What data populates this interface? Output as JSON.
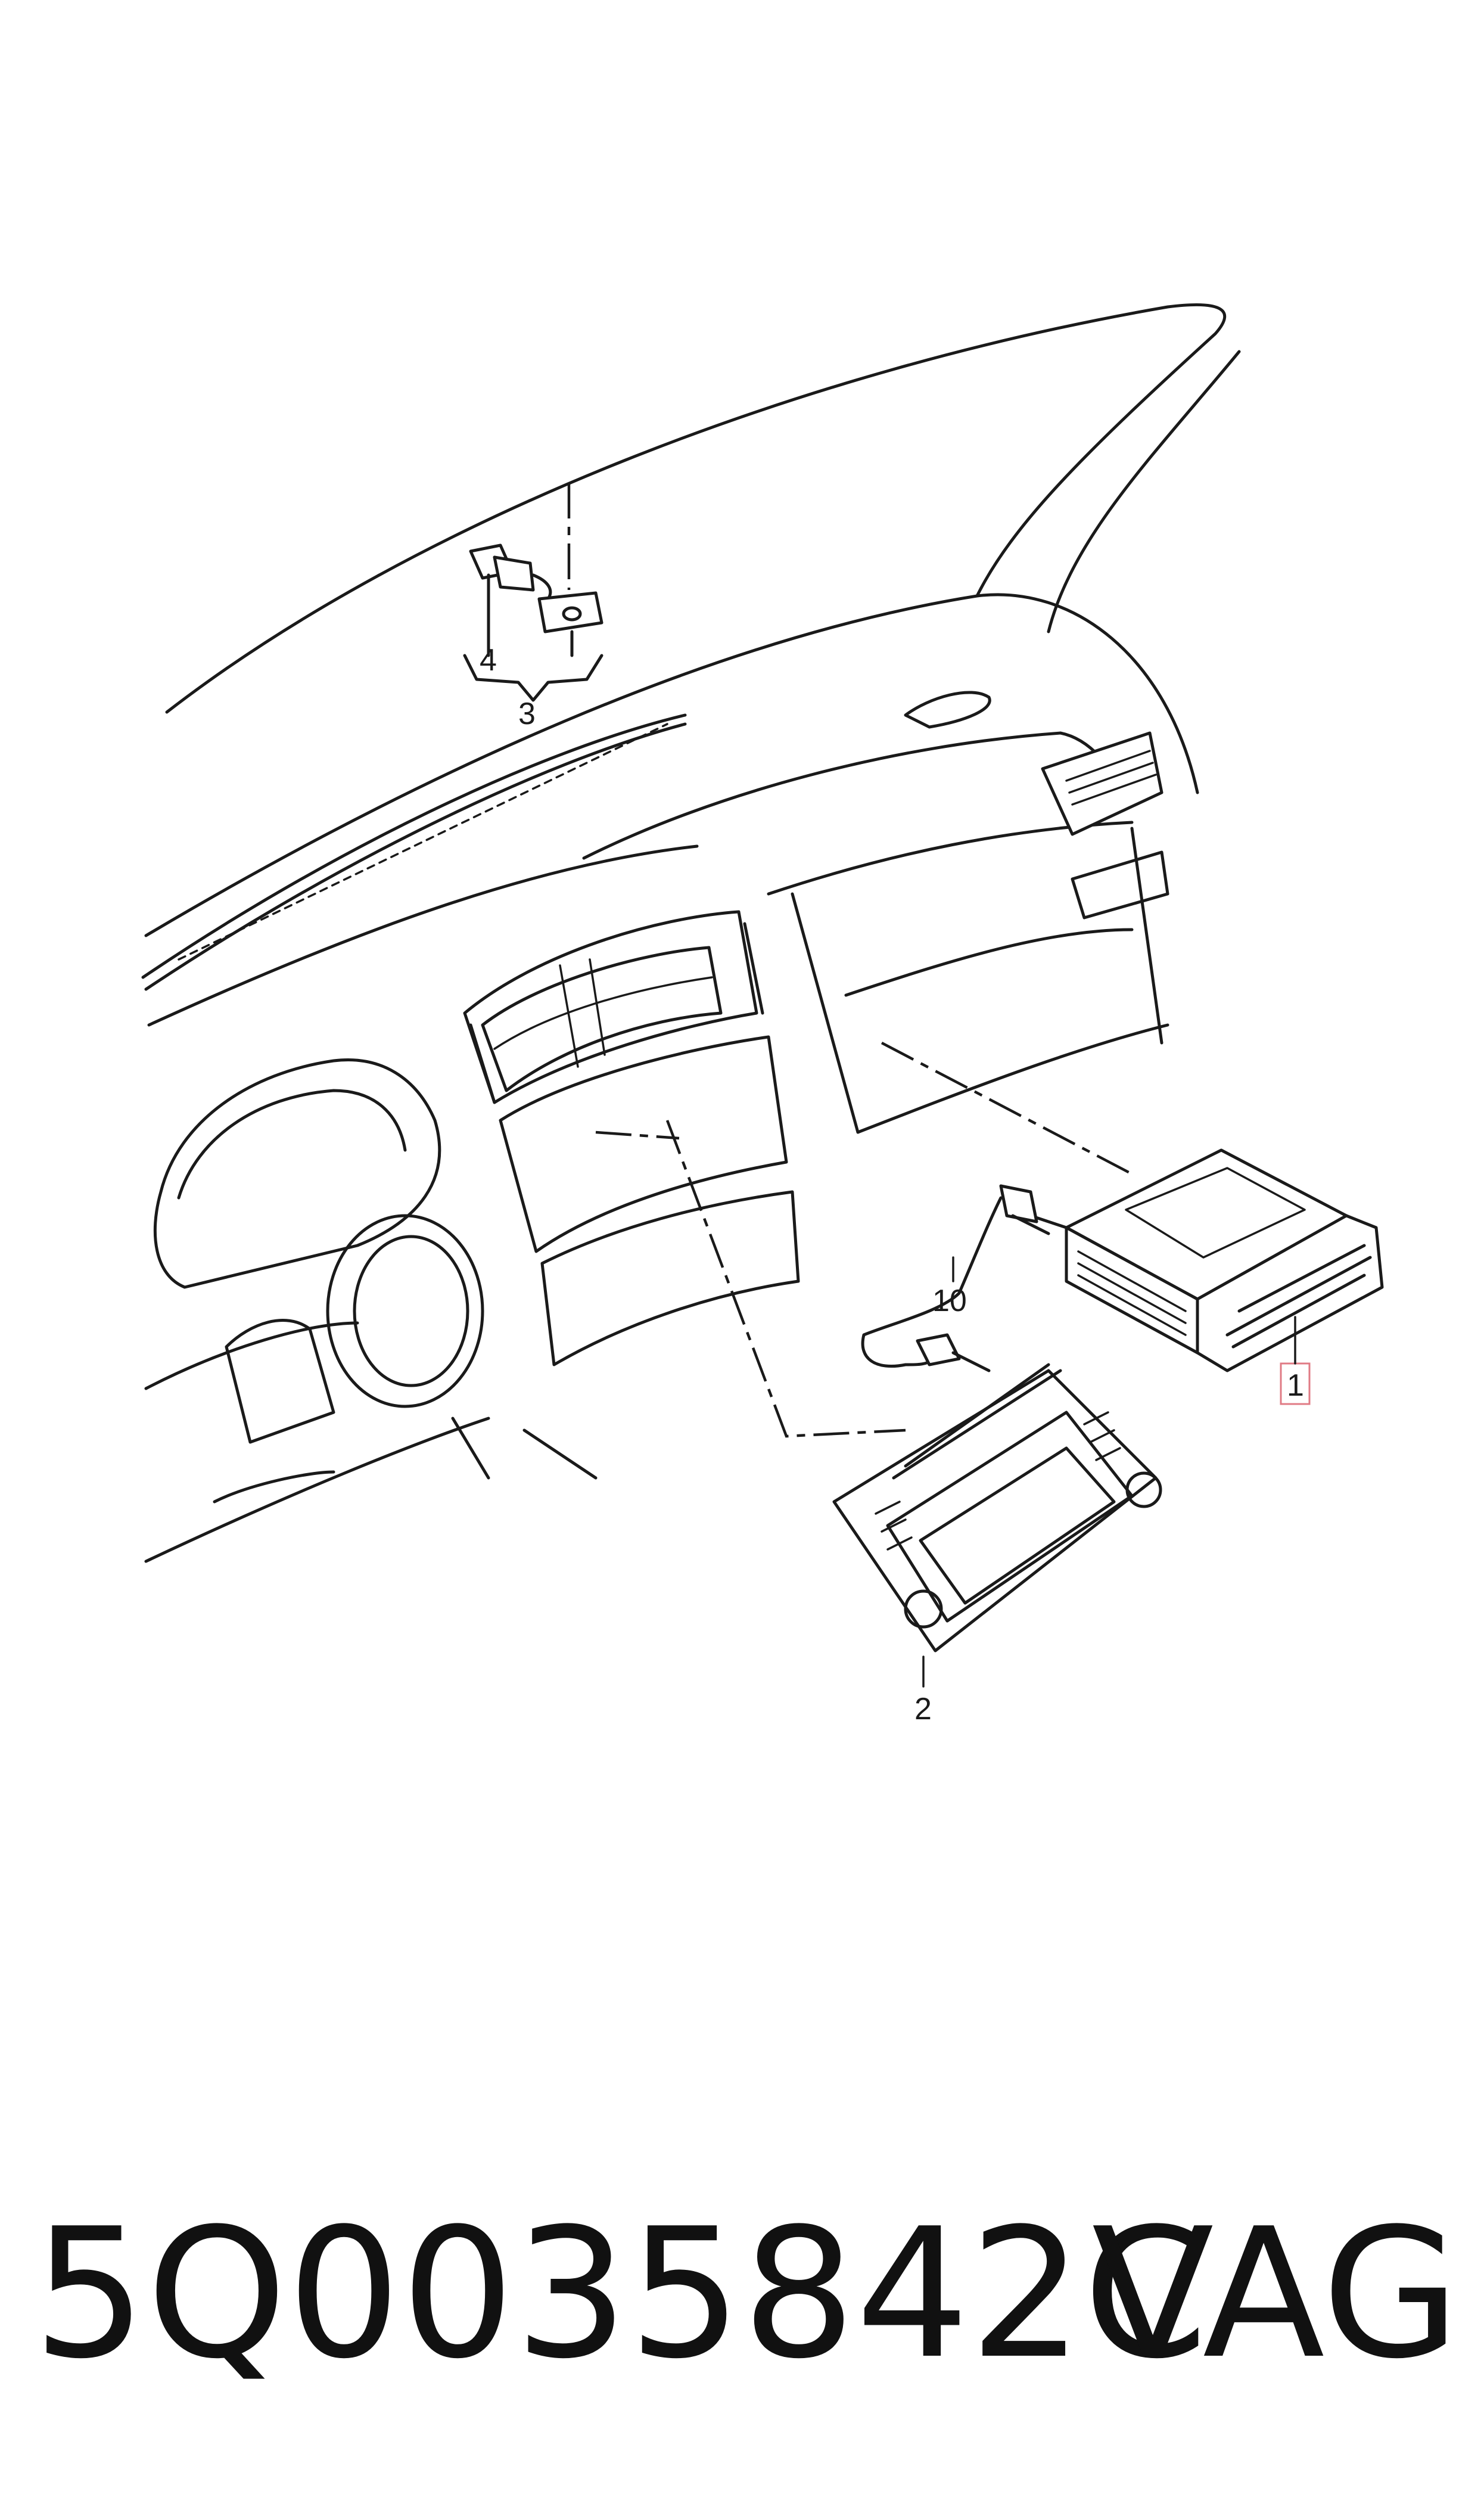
{
  "callouts": {
    "c1": "1",
    "c2": "2",
    "c3": "3",
    "c4": "4",
    "c10": "10"
  },
  "caption": {
    "part_number": "5Q0035842C",
    "brand": "VAG"
  },
  "colors": {
    "line": "#1a1a1a",
    "highlight_box": "#e07b85",
    "background": "#ffffff"
  }
}
